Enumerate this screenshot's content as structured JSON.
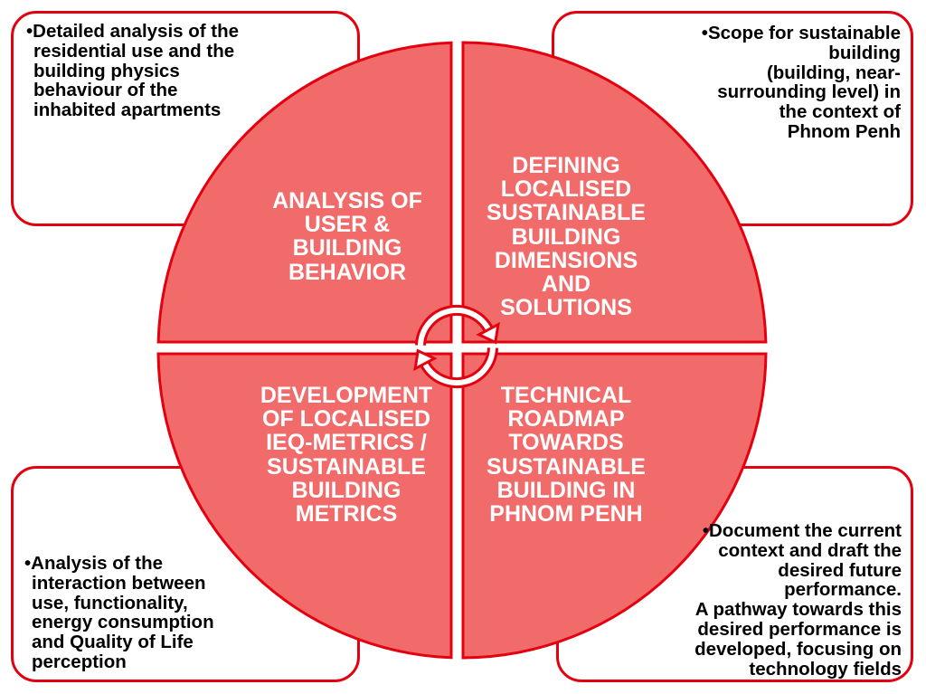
{
  "diagram": {
    "quadrants": {
      "top_left": "ANALYSIS OF\nUSER &\nBUILDING\nBEHAVIOR",
      "top_right": "DEFINING\nLOCALISED\nSUSTAINABLE\nBUILDING\nDIMENSIONS\nAND\nSOLUTIONS",
      "bottom_left": "DEVELOPMENT\nOF LOCALISED\nIEQ-METRICS /\nSUSTAINABLE\nBUILDING\nMETRICS",
      "bottom_right": "TECHNICAL\nROADMAP\nTOWARDS\nSUSTAINABLE\nBUILDING IN\nPHNOM PENH"
    },
    "notes": {
      "top_left": "•Detailed analysis of the\nresidential use and the\nbuilding physics\nbehaviour of the\ninhabited apartments",
      "top_right": "•Scope for sustainable\nbuilding\n(building, near-\nsurrounding level) in\nthe context of\nPhnom Penh",
      "bottom_left": "•Analysis of the\ninteraction between\nuse, functionality,\nenergy consumption\nand Quality of Life\nperception",
      "bottom_right": "•Document the current\ncontext and draft the\ndesired future\nperformance.\nA pathway towards this\ndesired performance is\ndeveloped, focusing on\ntechnology fields"
    },
    "center_icon": "cycle-arrows-icon",
    "colors": {
      "outline": "#e3000f",
      "quadrant_fill": "#f26b6b",
      "quadrant_text": "#ffffff",
      "note_text": "#000000",
      "note_background": "#ffffff"
    }
  }
}
